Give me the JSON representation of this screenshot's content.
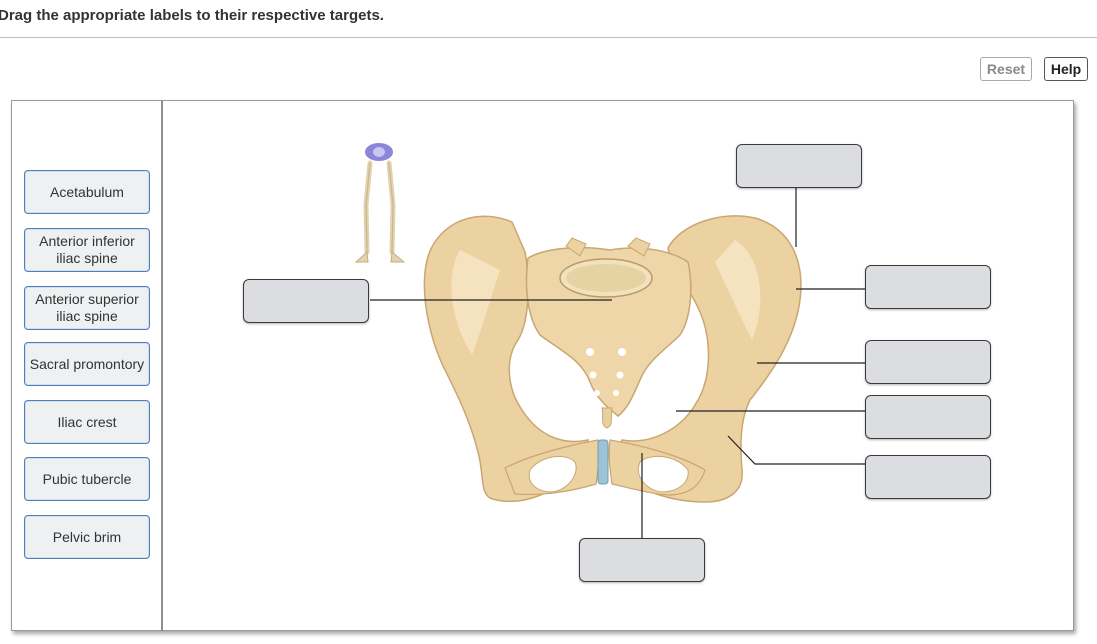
{
  "instructions": "Drag the appropriate labels to their respective targets.",
  "toolbar": {
    "reset_label": "Reset",
    "help_label": "Help"
  },
  "labels": [
    "Acetabulum",
    "Anterior inferior iliac spine",
    "Anterior superior iliac spine",
    "Sacral promontory",
    "Iliac crest",
    "Pubic tubercle",
    "Pelvic brim"
  ],
  "targets": [
    "",
    "",
    "",
    "",
    "",
    "",
    ""
  ],
  "colors": {
    "label_border": "#4a7fc0",
    "label_bg": "#eef0f2",
    "target_bg": "#dcdde0",
    "bone": "#ecd2a0"
  },
  "images": {
    "thumbnail": "skeleton-lower-limb-thumbnail",
    "main": "pelvis-anterior-view"
  }
}
